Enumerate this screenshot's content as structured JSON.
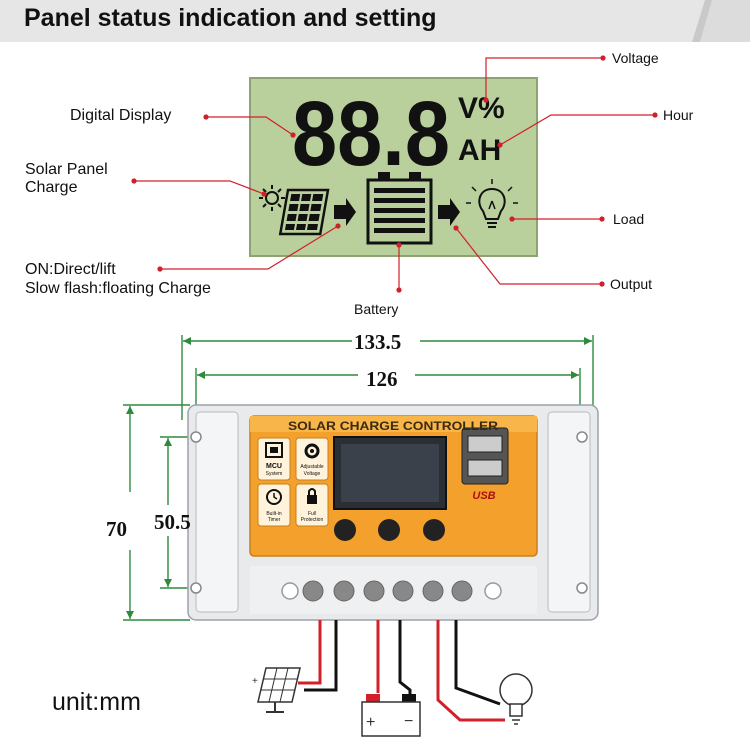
{
  "banner": {
    "title": "Panel status indication and setting"
  },
  "lcd": {
    "digits": "88.8",
    "unit_top": "V%",
    "unit_bottom": "AH"
  },
  "callouts": {
    "digital_display": "Digital Display",
    "solar_line1": "Solar Panel",
    "solar_line2": "Charge",
    "on_line1": "ON:Direct/lift",
    "on_line2": "Slow flash:floating Charge",
    "voltage": "Voltage",
    "hour": "Hour",
    "load": "Load",
    "output": "Output",
    "battery": "Battery"
  },
  "dimensions": {
    "outer_width": "133.5",
    "inner_width": "126",
    "outer_height": "70",
    "inner_height": "50.5",
    "unit": "unit:mm"
  },
  "controller": {
    "title": "SOLAR CHARGE CONTROLLER",
    "mcu_label": "MCU",
    "mcu_sub": "System",
    "adjust_sub1": "Adjustable",
    "adjust_sub2": "Voltage",
    "timer_sub1": "Built-in",
    "timer_sub2": "Timer",
    "protect_sub1": "Full",
    "protect_sub2": "Protection",
    "usb_label": "USB"
  },
  "colors": {
    "accent_red": "#d0202a",
    "lcd_green": "#b9cf9c",
    "controller_orange": "#f3a02c",
    "dimension_green": "#2e8b3e"
  }
}
